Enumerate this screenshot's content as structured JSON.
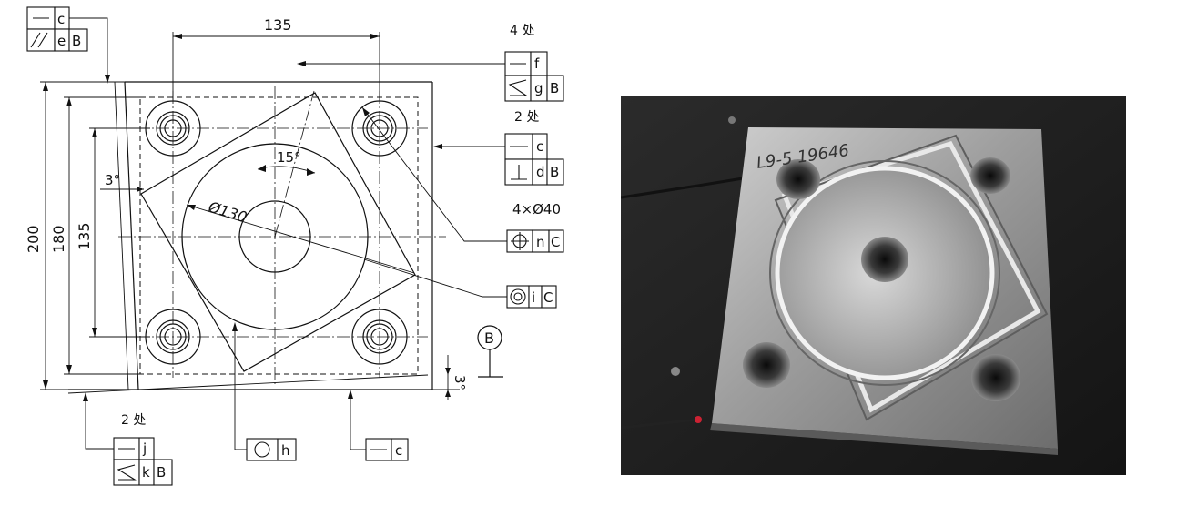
{
  "drawing": {
    "dimensions": {
      "width_top": "135",
      "height_200": "200",
      "height_180": "180",
      "height_135": "135",
      "angle_left": "3°",
      "angle_right": "3°",
      "angle_rotation": "15°",
      "circle_diameter": "Ø130",
      "hole_spec": "4×Ø40"
    },
    "notes": {
      "count_4": "4 处",
      "count_2_right": "2 处",
      "count_2_bottom": "2 处"
    },
    "datum_label": "B",
    "fcf": {
      "top_left_row1": "c",
      "top_left_row2_tol": "e",
      "top_left_row2_datum": "B",
      "right1_row1": "f",
      "right1_row2_tol": "g",
      "right1_row2_datum": "B",
      "right2_row1": "c",
      "right2_row2_tol": "d",
      "right2_row2_datum": "B",
      "position_tol": "n",
      "position_datum": "C",
      "concentric_tol": "i",
      "concentric_datum": "C",
      "bottom_left_row1": "j",
      "bottom_left_row2_tol": "k",
      "bottom_left_row2_datum": "B",
      "circularity_tol": "h",
      "bottom_flatness_tol": "c"
    }
  },
  "photo": {
    "handwriting": "L9-5 19646"
  }
}
